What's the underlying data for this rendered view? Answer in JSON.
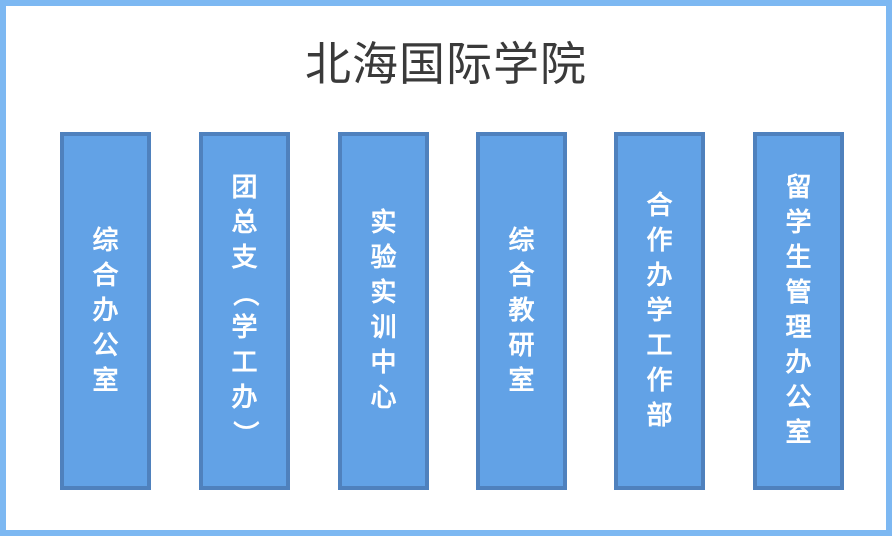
{
  "title": "北海国际学院",
  "departments": [
    {
      "label": "综合办公室"
    },
    {
      "label": "团总支（学工办）"
    },
    {
      "label": "实验实训中心"
    },
    {
      "label": "综合教研室"
    },
    {
      "label": "合作办学工作部"
    },
    {
      "label": "留学生管理办公室"
    }
  ],
  "colors": {
    "frame_border": "#7db8f2",
    "box_fill": "#62a2e6",
    "box_border": "#4f81bd",
    "box_text": "#ffffff",
    "title_text": "#3a3a3a"
  }
}
